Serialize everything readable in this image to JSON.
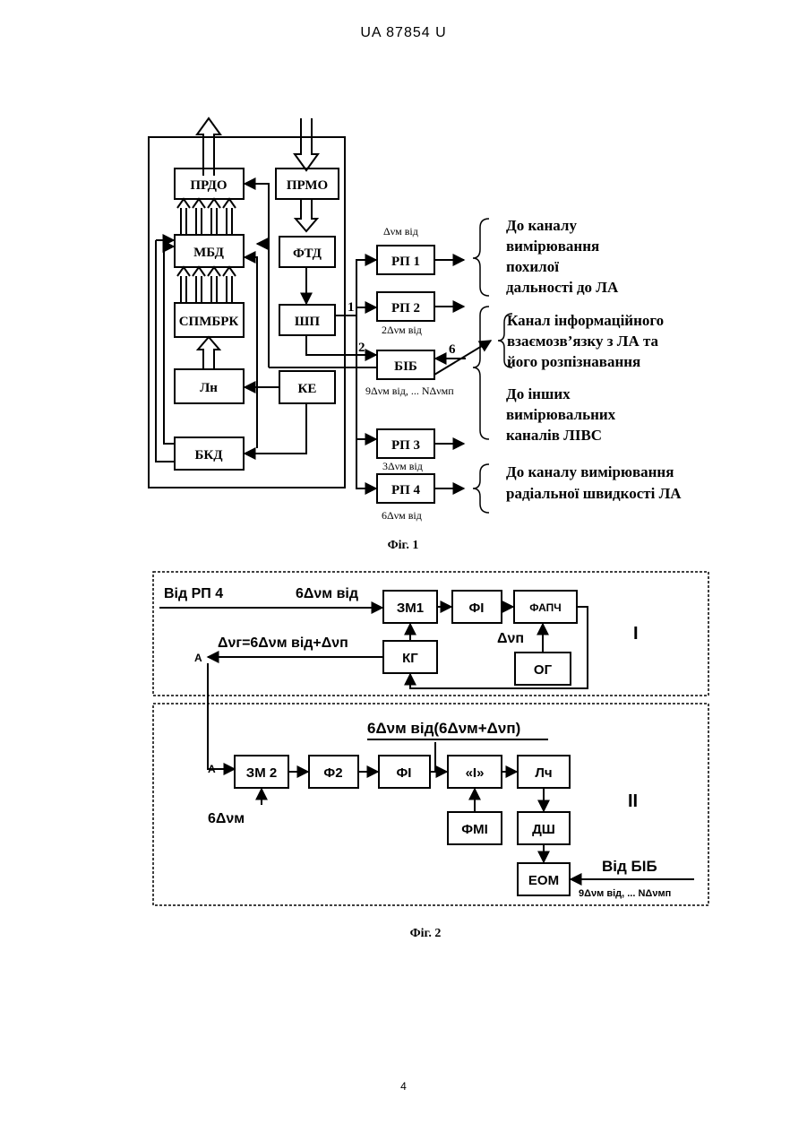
{
  "header": "UA   87854   U",
  "page_number": "4",
  "fig1": {
    "caption": "Фіг. 1",
    "blocks": {
      "prdo": "ПРДО",
      "prmo": "ПРМО",
      "mbd": "МБД",
      "ftd": "ФТД",
      "spmbrk": "СПМБРК",
      "shp": "ШП",
      "ln": "Лн",
      "ke": "КЕ",
      "bkd": "БКД",
      "rp1": "РП 1",
      "rp2": "РП 2",
      "bib": "БІБ",
      "rp3": "РП 3",
      "rp4": "РП 4"
    },
    "labels": {
      "rp1_freq": "Δνм від",
      "rp2_freq": "2Δνм від",
      "bib_freq": "9Δνм від, ... NΔνмп",
      "rp3_freq": "3Δνм від",
      "rp4_freq": "6Δνм від",
      "num1": "1",
      "num2": "2",
      "num6": "6"
    },
    "notes": {
      "ch_range": [
        "До каналу",
        "вимірювання",
        "похилої",
        "дальності до ЛА"
      ],
      "ch_info": [
        "Канал інформаційного",
        "взаємозв’язку з ЛА та",
        "його розпізнавання"
      ],
      "ch_other": [
        "До інших",
        "вимірювальних",
        "каналів ЛІВС"
      ],
      "ch_speed": [
        "До каналу вимірювання",
        "радіальної швидкості ЛА"
      ]
    }
  },
  "fig2": {
    "caption": "Фіг. 2",
    "blocks": {
      "zm1": "ЗМ1",
      "fi1": "ФІ",
      "fapch": "ФАПЧ",
      "kg": "КГ",
      "og": "ОГ",
      "zm2": "ЗМ 2",
      "f2": "Ф2",
      "fi2": "ФІ",
      "i": "«І»",
      "lch": "Лч",
      "fmi": "ФМІ",
      "dsh": "ДШ",
      "eom": "ЕОМ"
    },
    "labels": {
      "from_rp4": "Від РП 4",
      "in_freq": "6Δνм від",
      "kg_formula": "Δνг=6Δνм від+Δνп",
      "fapch_freq": "Δνп",
      "a_top": "A",
      "a_bottom": "A",
      "top_formula": "6Δνм від(6Δνм+Δνп)",
      "zm2_in": "6Δνм",
      "from_bib": "Від БІБ",
      "bib_freq": "9Δνм від, ... NΔνмп",
      "section_1": "I",
      "section_2": "II"
    }
  }
}
